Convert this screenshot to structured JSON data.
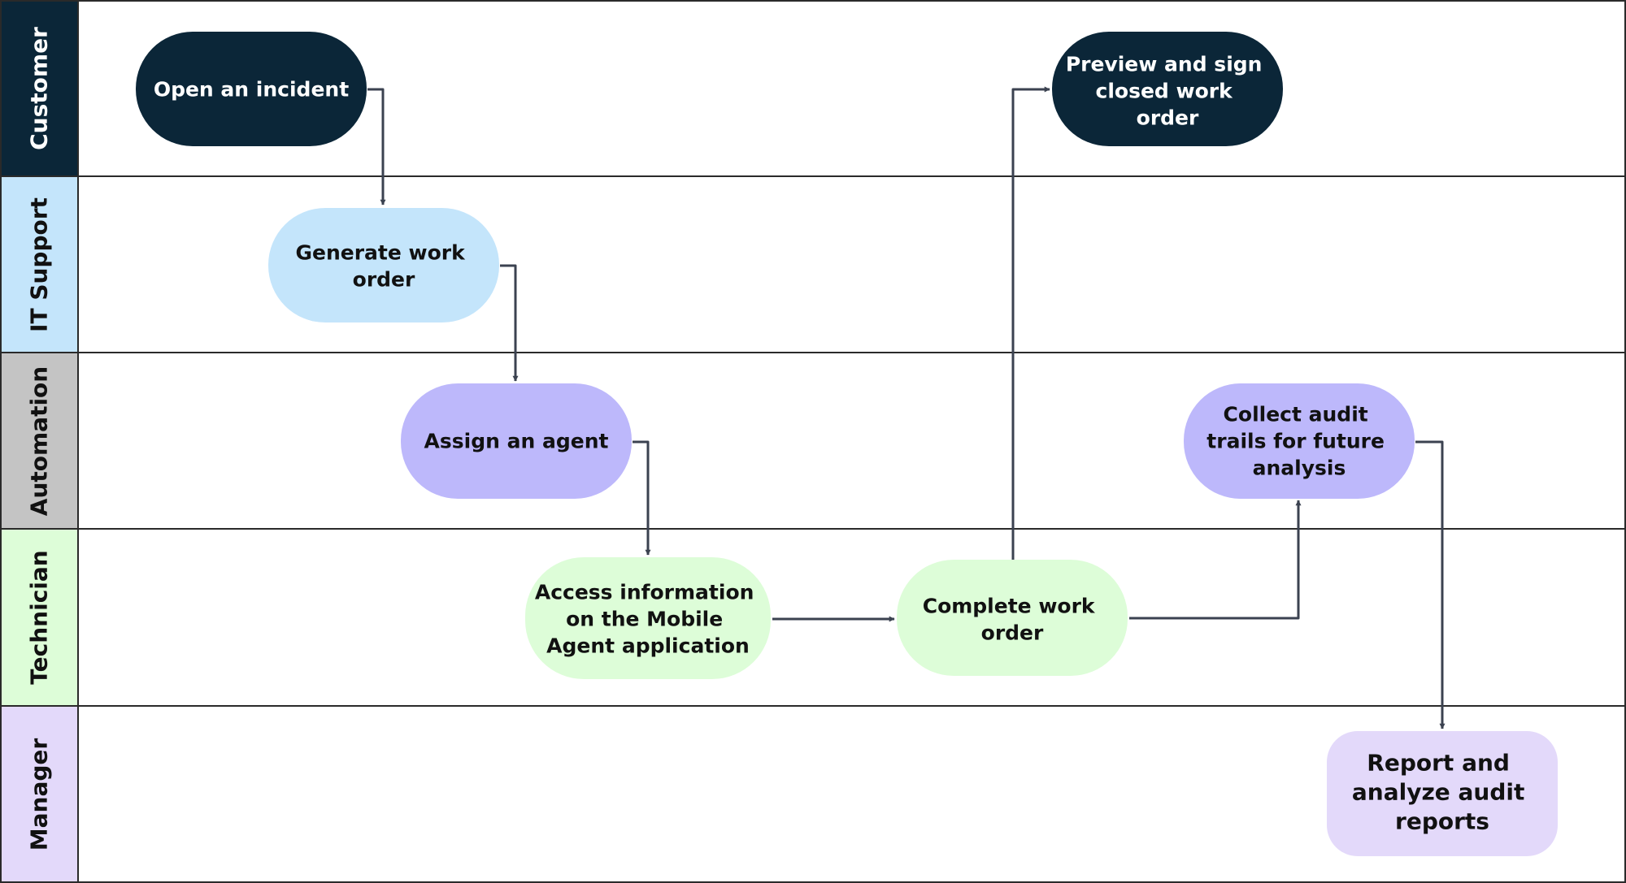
{
  "colors": {
    "dark_navy": "#0b2638",
    "light_blue": "#c4e5fb",
    "gray": "#c4c4c4",
    "light_green": "#ddfdd8",
    "lavender": "#e3d9fa",
    "periwinkle": "#bdb8fb",
    "connector": "#3b4250",
    "border": "#2a2a2a"
  },
  "lanes": [
    {
      "id": "customer",
      "label": "Customer"
    },
    {
      "id": "it_support",
      "label": "IT Support"
    },
    {
      "id": "automation",
      "label": "Automation"
    },
    {
      "id": "technician",
      "label": "Technician"
    },
    {
      "id": "manager",
      "label": "Manager"
    }
  ],
  "nodes": {
    "open_incident": {
      "lines": [
        "Open an incident"
      ]
    },
    "generate_work_order": {
      "lines": [
        "Generate work",
        "order"
      ]
    },
    "assign_agent": {
      "lines": [
        "Assign an agent"
      ]
    },
    "access_information": {
      "lines": [
        "Access information",
        "on the Mobile",
        "Agent application"
      ]
    },
    "complete_work_order": {
      "lines": [
        "Complete work",
        "order"
      ]
    },
    "preview_sign": {
      "lines": [
        "Preview and sign",
        "closed work",
        "order"
      ]
    },
    "collect_audit": {
      "lines": [
        "Collect audit",
        "trails for future",
        "analysis"
      ]
    },
    "report_analyze": {
      "lines": [
        "Report and",
        "analyze audit",
        "reports"
      ]
    }
  },
  "connections": [
    [
      "open_incident",
      "generate_work_order"
    ],
    [
      "generate_work_order",
      "assign_agent"
    ],
    [
      "assign_agent",
      "access_information"
    ],
    [
      "access_information",
      "complete_work_order"
    ],
    [
      "complete_work_order",
      "preview_sign"
    ],
    [
      "complete_work_order",
      "collect_audit"
    ],
    [
      "collect_audit",
      "report_analyze"
    ]
  ]
}
